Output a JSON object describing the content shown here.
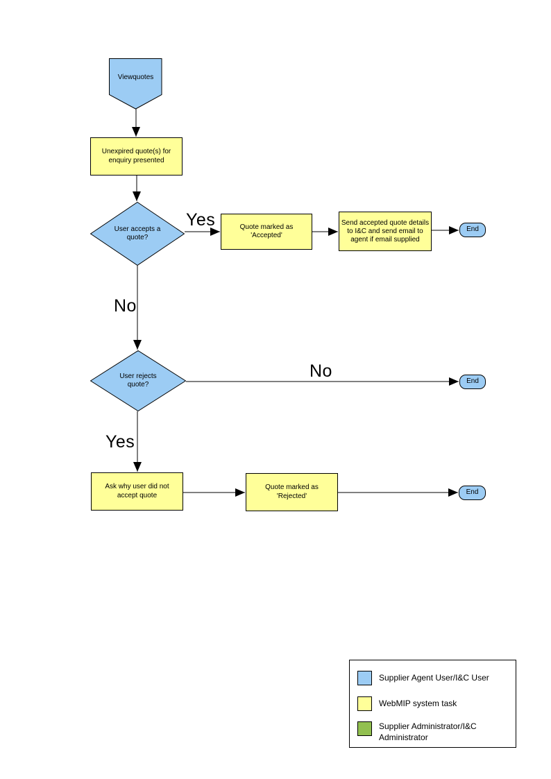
{
  "colors": {
    "node_blue": "#9CCCF4",
    "node_yellow": "#FFFF99",
    "legend_green": "#92C050",
    "line_black": "#000000",
    "background": "#FFFFFF"
  },
  "flowchart": {
    "nodes": {
      "start": {
        "label": "Viewquotes",
        "shape": "pentagon-down",
        "fill": "blue"
      },
      "unexpired": {
        "label": "Unexpired quote(s) for enquiry presented",
        "shape": "process",
        "fill": "yellow"
      },
      "accepts": {
        "label": "User accepts a quote?",
        "shape": "decision",
        "fill": "blue"
      },
      "marked_accepted": {
        "label": "Quote  marked as 'Accepted'",
        "shape": "process",
        "fill": "yellow"
      },
      "send_details": {
        "label": "Send accepted quote details to I&C and send email to agent if email supplied",
        "shape": "process",
        "fill": "yellow"
      },
      "end1": {
        "label": "End",
        "shape": "terminator",
        "fill": "blue"
      },
      "rejects": {
        "label": "User rejects quote?",
        "shape": "decision",
        "fill": "blue"
      },
      "end2": {
        "label": "End",
        "shape": "terminator",
        "fill": "blue"
      },
      "ask_why": {
        "label": "Ask why user did not accept quote",
        "shape": "process",
        "fill": "yellow"
      },
      "marked_rejected": {
        "label": "Quote  marked as 'Rejected'",
        "shape": "process",
        "fill": "yellow"
      },
      "end3": {
        "label": "End",
        "shape": "terminator",
        "fill": "blue"
      }
    },
    "edge_labels": {
      "accepts_yes": "Yes",
      "accepts_no": "No",
      "rejects_no": "No",
      "rejects_yes": "Yes"
    }
  },
  "legend": {
    "items": [
      {
        "label": "Supplier Agent User/I&C User",
        "color": "#9CCCF4"
      },
      {
        "label": "WebMIP system task",
        "color": "#FFFF99"
      },
      {
        "label": "Supplier Administrator/I&C Administrator",
        "color": "#92C050"
      }
    ]
  }
}
